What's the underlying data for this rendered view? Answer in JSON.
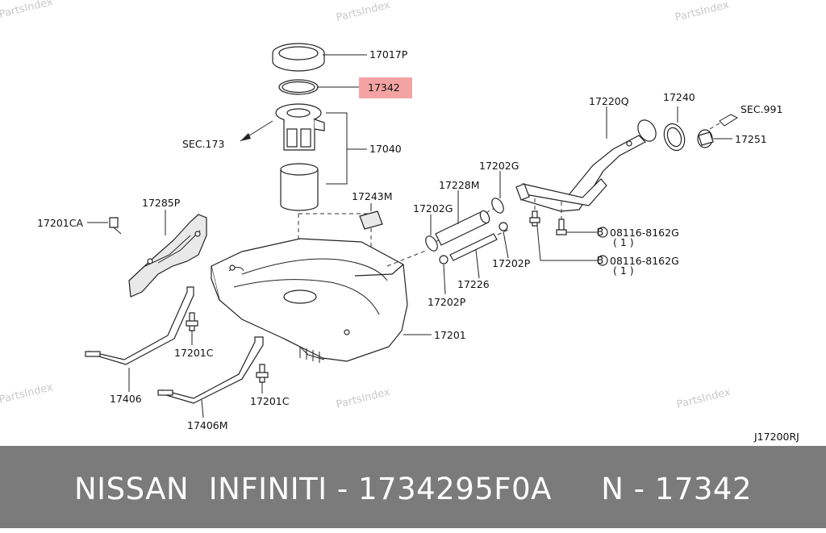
{
  "diagram": {
    "watermark": "PartsIndex",
    "figure_code": "J17200RJ",
    "highlight_color": "#f4a3a3",
    "labels": {
      "p17017P": "17017P",
      "p17342": "17342",
      "p17040": "17040",
      "sec173": "SEC.173",
      "p17285P": "17285P",
      "p17201CA": "17201CA",
      "p17243M": "17243M",
      "p17228M": "17228M",
      "p17202G_a": "17202G",
      "p17202G_b": "17202G",
      "p17220Q": "17220Q",
      "p17240": "17240",
      "sec991": "SEC.991",
      "p17251": "17251",
      "bolt_a": "08116-8162G",
      "bolt_a_qty": "( 1 )",
      "bolt_b": "08116-8162G",
      "bolt_b_qty": "( 1 )",
      "bolt_symbol": "B",
      "p17202P_a": "17202P",
      "p17202P_b": "17202P",
      "p17226": "17226",
      "p17201": "17201",
      "p17201C_a": "17201C",
      "p17201C_b": "17201C",
      "p17406": "17406",
      "p17406M": "17406M"
    }
  },
  "footer": {
    "text": "NISSAN  INFINITI - 1734295F0A     N - 17342"
  }
}
